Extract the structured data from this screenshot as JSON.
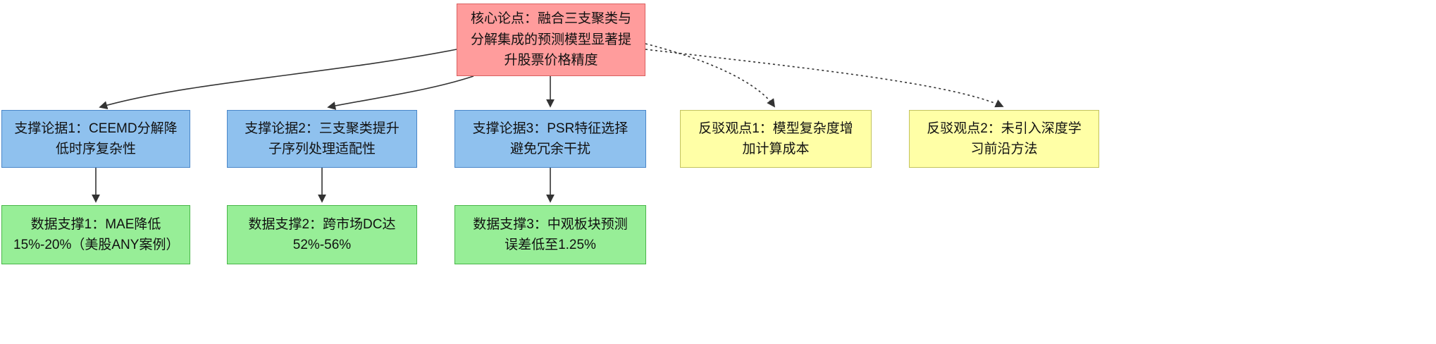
{
  "colors": {
    "core_fill": "#ff9c9c",
    "core_border": "#d95f5f",
    "support_fill": "#8fc1ee",
    "support_border": "#4a86c8",
    "rebuttal_fill": "#ffffa6",
    "rebuttal_border": "#c2c25e",
    "evidence_fill": "#97ee97",
    "evidence_border": "#49b649",
    "edge_stroke": "#333333"
  },
  "nodes": {
    "core": {
      "label": "核心论点：融合三支聚类与分解集成的预测模型显著提升股票价格精度"
    },
    "supports": [
      {
        "label": "支撑论据1：CEEMD分解降低时序复杂性"
      },
      {
        "label": "支撑论据2：三支聚类提升子序列处理适配性"
      },
      {
        "label": "支撑论据3：PSR特征选择避免冗余干扰"
      }
    ],
    "rebuttals": [
      {
        "label": "反驳观点1：模型复杂度增加计算成本"
      },
      {
        "label": "反驳观点2：未引入深度学习前沿方法"
      }
    ],
    "evidence": [
      {
        "label": "数据支撑1：MAE降低15%-20%（美股ANY案例）"
      },
      {
        "label": "数据支撑2：跨市场DC达52%-56%"
      },
      {
        "label": "数据支撑3：中观板块预测误差低至1.25%"
      }
    ]
  }
}
